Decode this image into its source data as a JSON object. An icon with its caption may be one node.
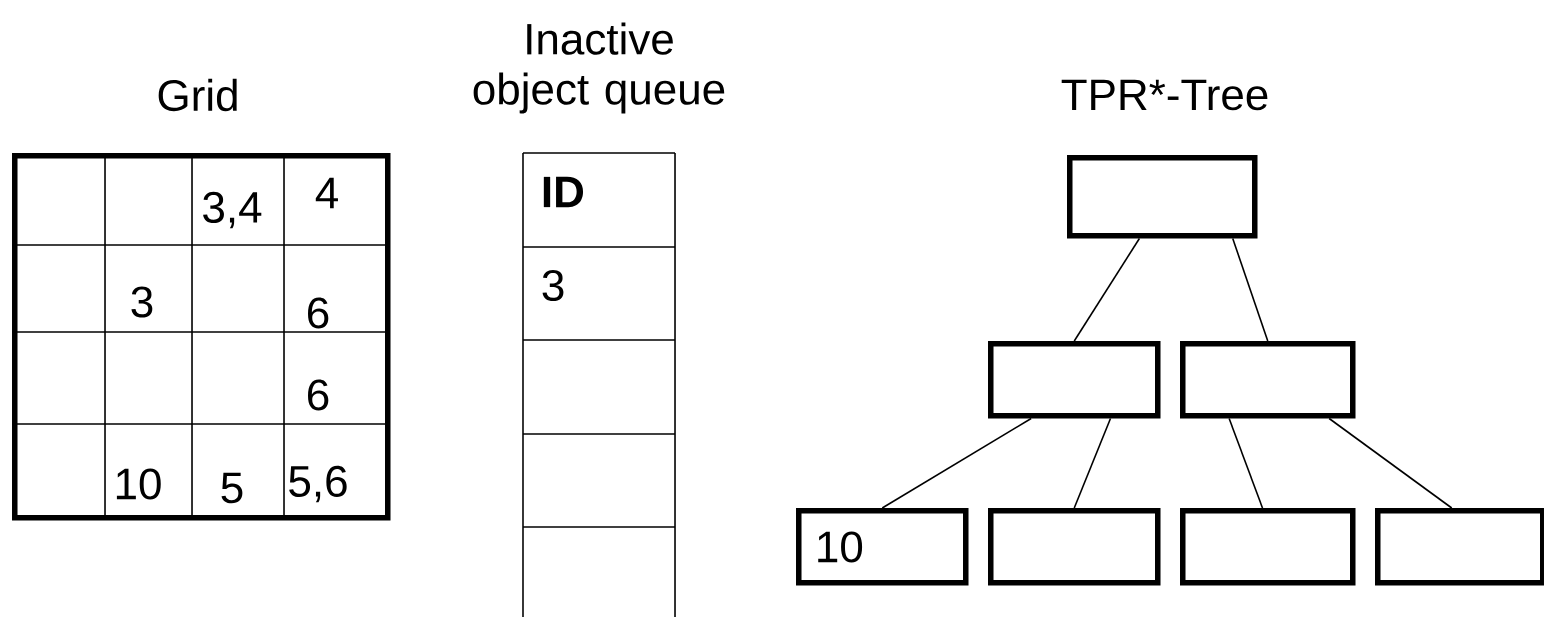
{
  "diagram": {
    "nodes": [
      {
        "text": [
          "Grid"
        ]
      },
      {
        "text": [
          "Inactive object queue",
          "ID",
          "3"
        ]
      },
      {
        "text": [],
        "shape": "box"
      },
      {
        "text": [],
        "shape": "box"
      },
      {
        "text": [],
        "shape": "box"
      },
      {
        "text": [
          "10"
        ]
      },
      {
        "text": [],
        "shape": "box"
      },
      {
        "text": [],
        "shape": "box"
      },
      {
        "text": [],
        "shape": "box"
      }
    ],
    "edges": [
      {
        "from": 2,
        "to": 3,
        "arrow": "none"
      },
      {
        "from": 2,
        "to": 4,
        "arrow": "none"
      },
      {
        "from": 3,
        "to": 5,
        "arrow": "none"
      },
      {
        "from": 3,
        "to": 6,
        "arrow": "none"
      },
      {
        "from": 4,
        "to": 7,
        "arrow": "none"
      },
      {
        "from": 4,
        "to": 8,
        "arrow": "none"
      }
    ],
    "labels": [
      "3,4",
      "4",
      "3",
      "6",
      "6",
      "10",
      "5",
      "5,6",
      "TPR*-Tree"
    ]
  }
}
